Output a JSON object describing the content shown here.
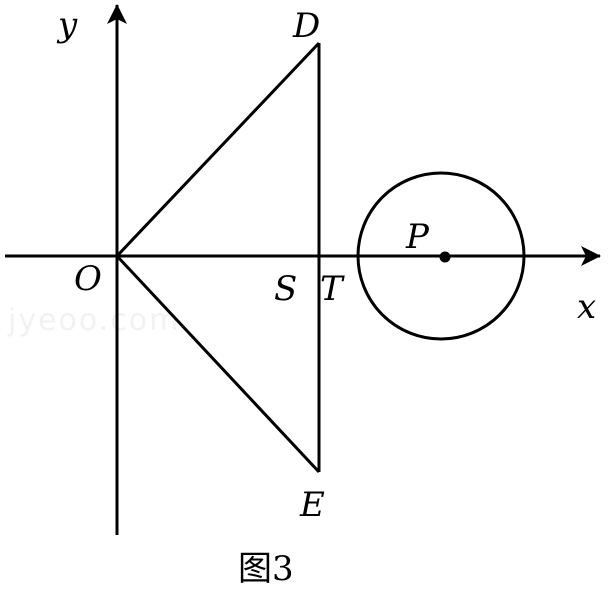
{
  "labels": {
    "y_axis": "y",
    "x_axis": "x",
    "origin": "O",
    "D": "D",
    "E": "E",
    "S": "S",
    "T": "T",
    "P": "P"
  },
  "caption": "图3",
  "watermark": "jyeoo.com"
}
